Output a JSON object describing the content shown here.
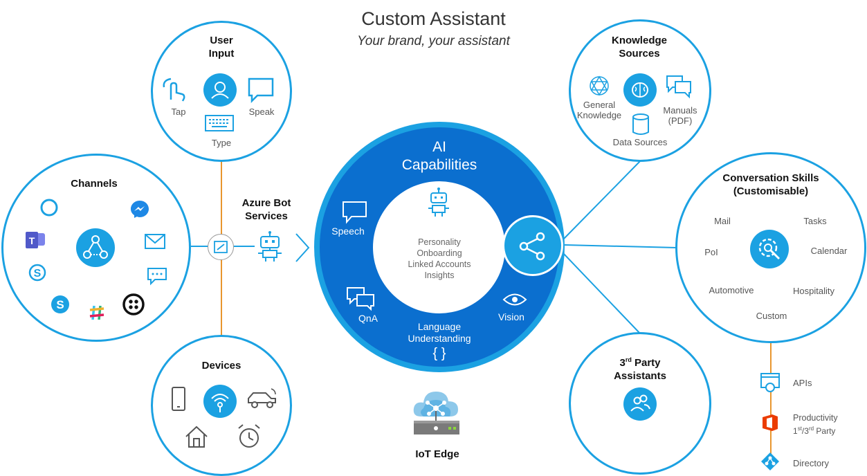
{
  "header": {
    "title": "Custom Assistant",
    "subtitle": "Your brand, your assistant"
  },
  "user_input": {
    "title_line1": "User",
    "title_line2": "Input",
    "tap": "Tap",
    "speak": "Speak",
    "type": "Type"
  },
  "channels": {
    "title": "Channels"
  },
  "devices": {
    "title": "Devices"
  },
  "azure_bot": {
    "line1": "Azure Bot",
    "line2": "Services"
  },
  "ai": {
    "title_line1": "AI",
    "title_line2": "Capabilities",
    "speech": "Speech",
    "qna": "QnA",
    "vision": "Vision",
    "language_line1": "Language",
    "language_line2": "Understanding",
    "braces": "{ }",
    "core": [
      "Personality",
      "Onboarding",
      "Linked Accounts",
      "Insights"
    ]
  },
  "iot": {
    "label": "IoT Edge"
  },
  "knowledge": {
    "title_line1": "Knowledge",
    "title_line2": "Sources",
    "general_line1": "General",
    "general_line2": "Knowledge",
    "manuals_line1": "Manuals",
    "manuals_line2": "(PDF)",
    "data_sources": "Data Sources"
  },
  "skills": {
    "title_line1": "Conversation Skills",
    "title_line2": "(Customisable)",
    "mail": "Mail",
    "tasks": "Tasks",
    "poi": "PoI",
    "calendar": "Calendar",
    "automotive": "Automotive",
    "hospitality": "Hospitality",
    "custom": "Custom"
  },
  "third_party": {
    "line1_pre": "3",
    "line1_sup": "rd",
    "line1_post": " Party",
    "line2": "Assistants"
  },
  "integrations": {
    "apis": "APIs",
    "productivity_line1": "Productivity",
    "productivity_line2_a": "1",
    "productivity_line2_sup1": "st",
    "productivity_line2_b": "/3",
    "productivity_line2_sup2": "rd",
    "productivity_line2_c": " Party",
    "directory": "Directory"
  },
  "colors": {
    "accent": "#1ba1e2",
    "ring": "#0b6fcf",
    "connector": "#e8962e"
  }
}
